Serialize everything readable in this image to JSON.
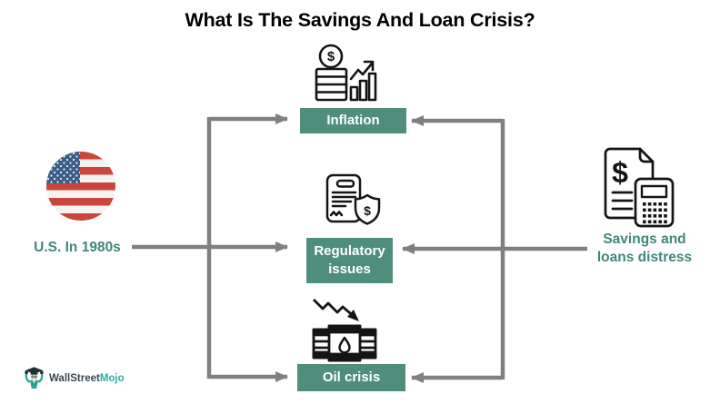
{
  "title": "What Is The Savings And Loan Crisis?",
  "glyphs": {
    "dollar": "$"
  },
  "sources": {
    "left": {
      "label": "U.S. In 1980s",
      "icon": "us-flag-icon"
    },
    "right": {
      "label": "Savings and loans distress",
      "icon": "savings-document-calculator-icon"
    }
  },
  "causes": [
    {
      "label": "Inflation",
      "icon": "inflation-coins-chart-icon"
    },
    {
      "label": "Regulatory issues",
      "icon": "regulation-document-shield-icon"
    },
    {
      "label": "Oil crisis",
      "icon": "oil-barrels-decline-icon"
    }
  ],
  "logo": {
    "part1": "WallStreet",
    "part2": "Mojo"
  },
  "colors": {
    "accent_teal": "#4F8D7C",
    "teal_text": "#41877A",
    "arrow_gray": "#808080",
    "title_black": "#000000",
    "flag_red": "#C8463C",
    "flag_blue": "#3C5D8A"
  }
}
